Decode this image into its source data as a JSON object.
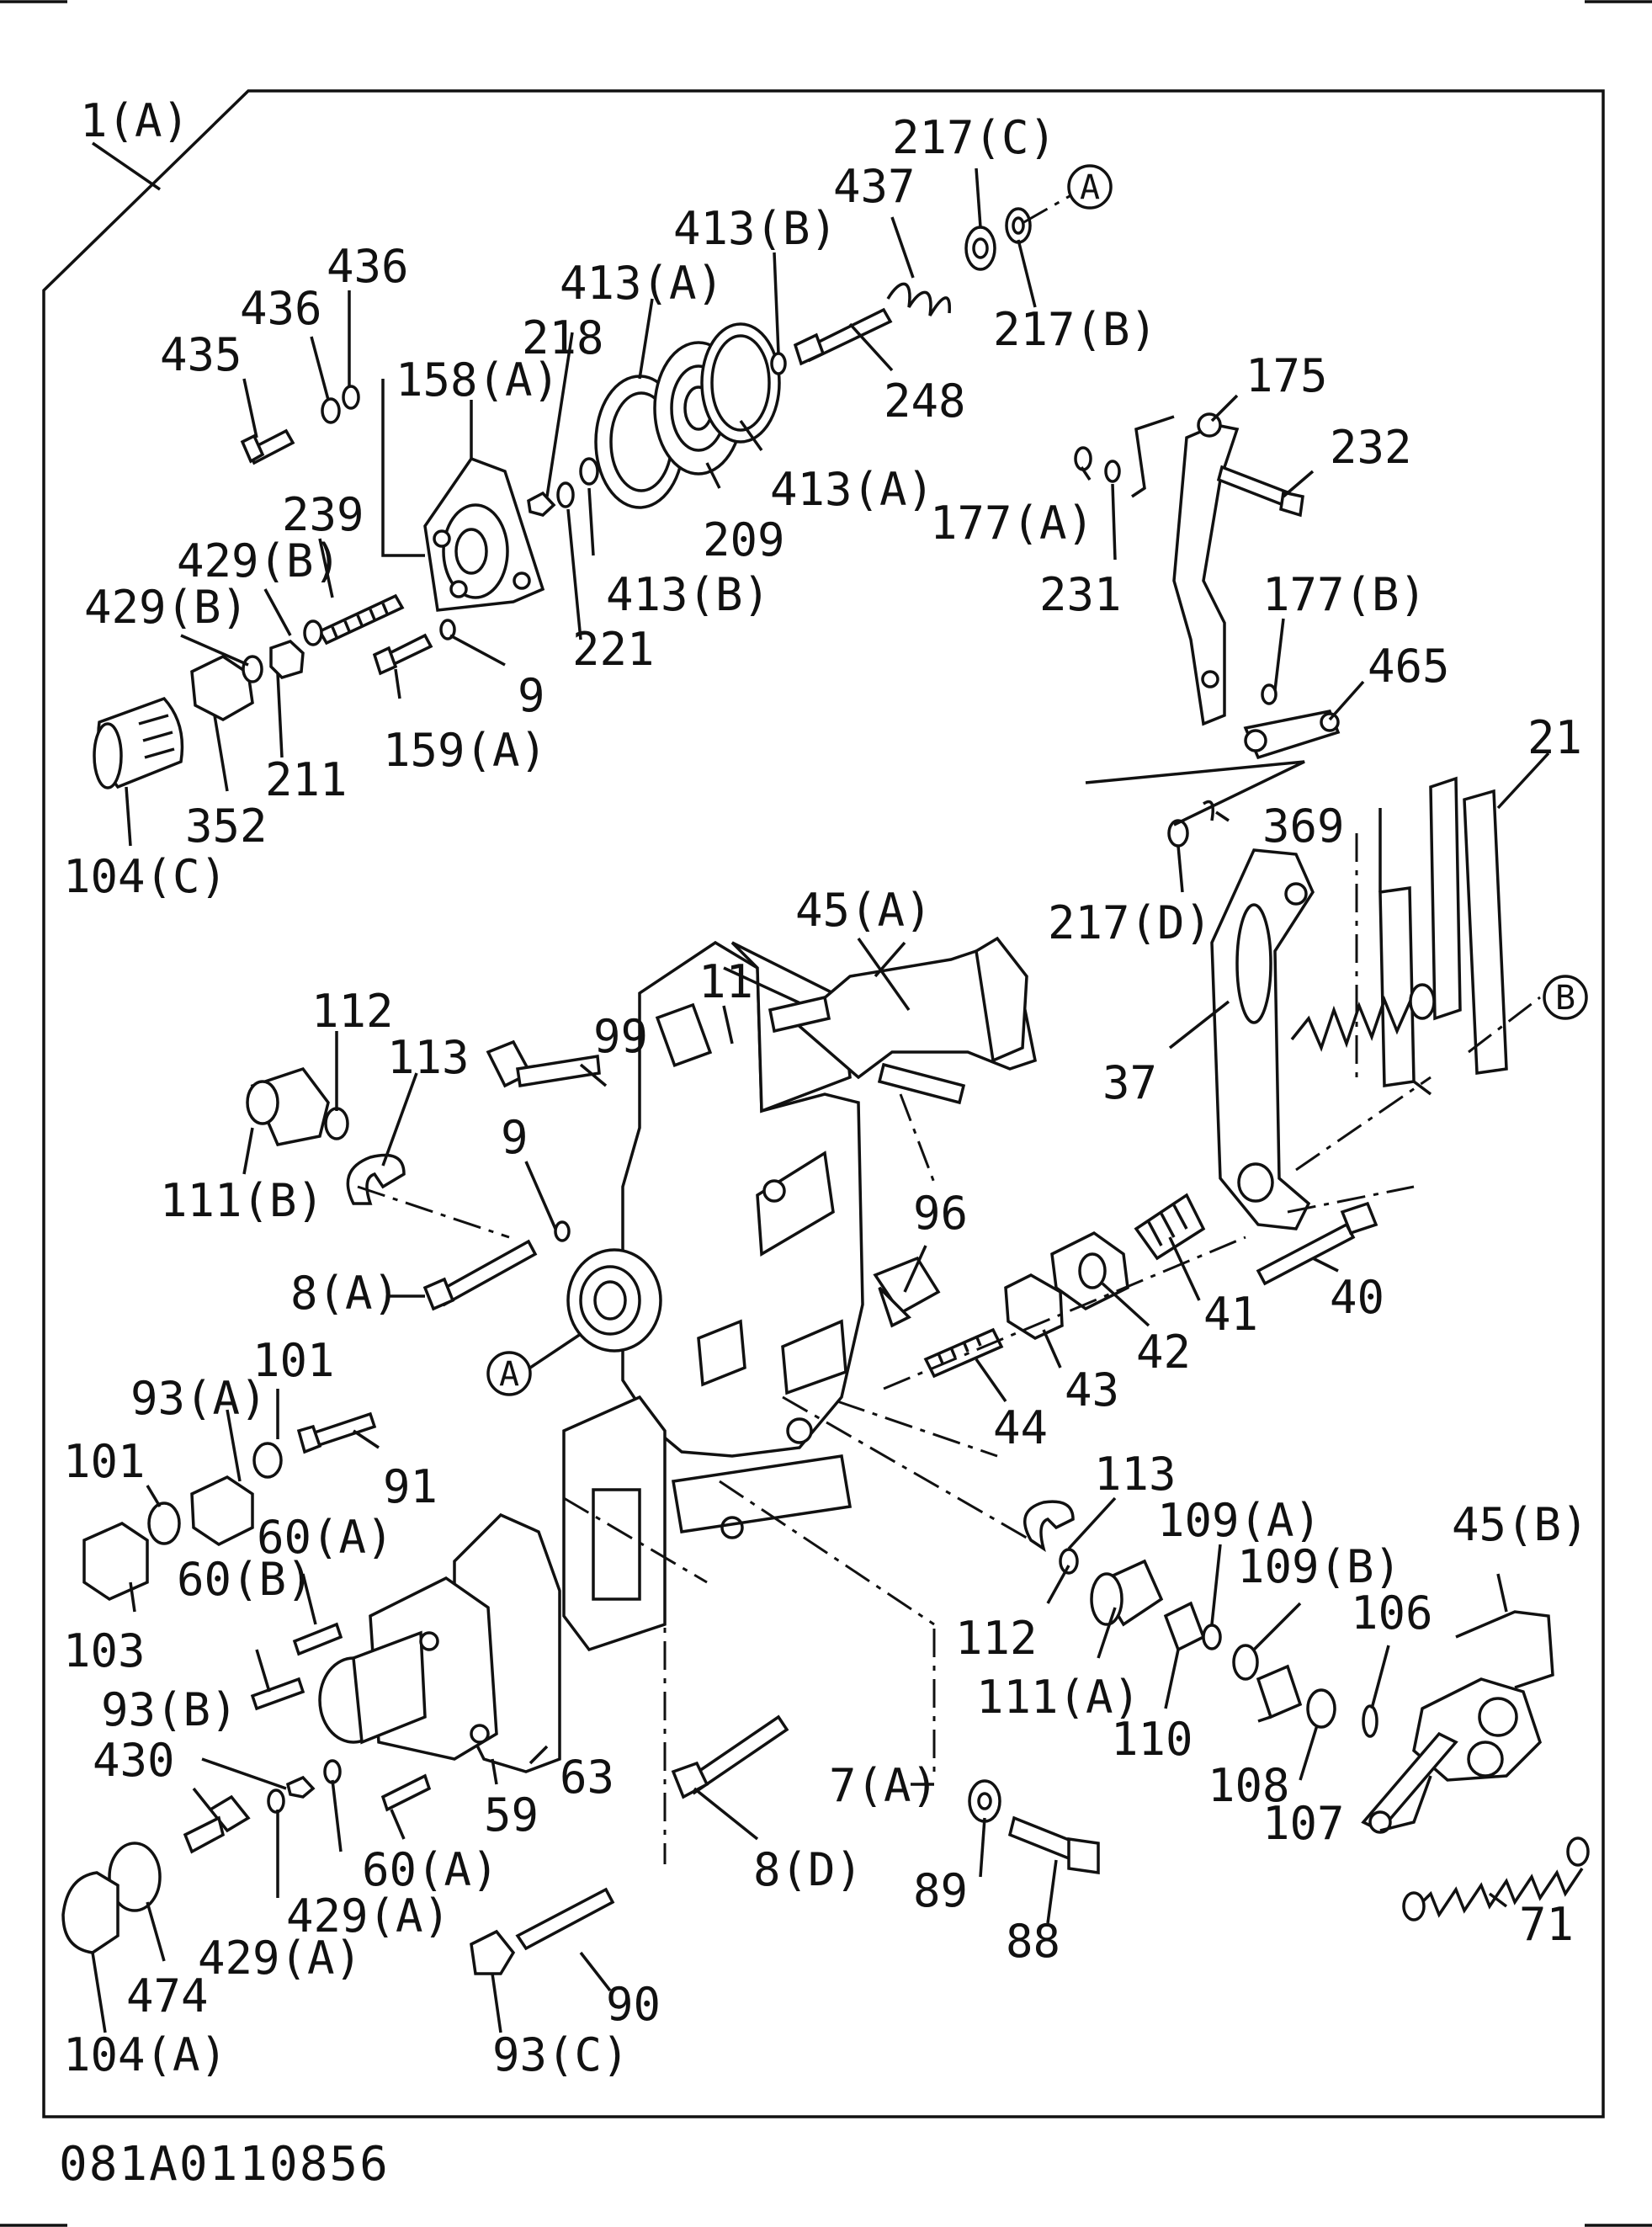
{
  "diagram": {
    "assembly_label": "1(A)",
    "drawing_code": "081A0110856",
    "reference_marks": [
      "A",
      "B"
    ],
    "part_labels": [
      "217(C)",
      "437",
      "413(B)",
      "436",
      "436",
      "435",
      "413(A)",
      "218",
      "158(A)",
      "217(B)",
      "248",
      "175",
      "232",
      "177(A)",
      "413(A)",
      "239",
      "429(B)",
      "429(B)",
      "209",
      "231",
      "413(B)",
      "177(B)",
      "221",
      "9",
      "465",
      "211",
      "352",
      "159(A)",
      "21",
      "104(C)",
      "369",
      "217(D)",
      "45(A)",
      "11",
      "112",
      "99",
      "113",
      "37",
      "9",
      "111(B)",
      "96",
      "8(A)",
      "41",
      "40",
      "42",
      "101",
      "93(A)",
      "43",
      "91",
      "44",
      "101",
      "113",
      "109(A)",
      "45(B)",
      "60(A)",
      "109(B)",
      "103",
      "60(B)",
      "106",
      "112",
      "111(A)",
      "93(B)",
      "110",
      "63",
      "430",
      "7(A)",
      "108",
      "59",
      "107",
      "60(A)",
      "8(D)",
      "429(A)",
      "89",
      "71",
      "429(A)",
      "474",
      "88",
      "90",
      "104(A)",
      "93(C)"
    ]
  }
}
